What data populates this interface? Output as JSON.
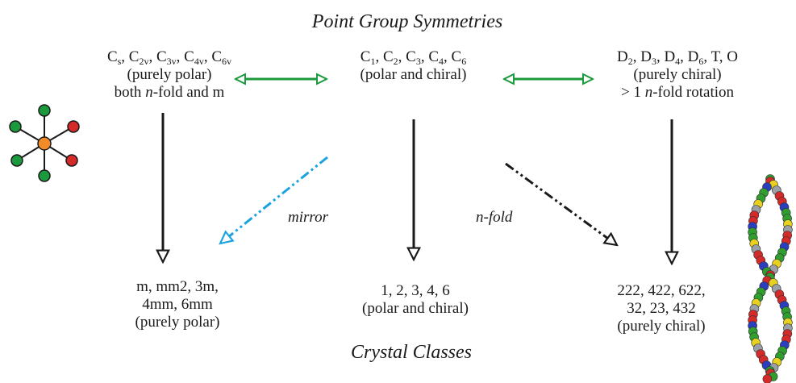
{
  "titles": {
    "top": "Point Group Symmetries",
    "bottom": "Crystal Classes"
  },
  "point_groups": {
    "polar": {
      "symbols": [
        {
          "base": "C",
          "sub": "s"
        },
        {
          "base": "C",
          "sub": "2v"
        },
        {
          "base": "C",
          "sub": "3v"
        },
        {
          "base": "C",
          "sub": "4v"
        },
        {
          "base": "C",
          "sub": "6v"
        }
      ],
      "desc": "(purely polar)",
      "note_pre": "both ",
      "note_em": "n",
      "note_post": "-fold and m"
    },
    "both": {
      "symbols": [
        {
          "base": "C",
          "sub": "1"
        },
        {
          "base": "C",
          "sub": "2"
        },
        {
          "base": "C",
          "sub": "3"
        },
        {
          "base": "C",
          "sub": "4"
        },
        {
          "base": "C",
          "sub": "6"
        }
      ],
      "desc": "(polar and chiral)"
    },
    "chiral": {
      "symbols": [
        {
          "base": "D",
          "sub": "2"
        },
        {
          "base": "D",
          "sub": "3"
        },
        {
          "base": "D",
          "sub": "4"
        },
        {
          "base": "D",
          "sub": "6"
        },
        {
          "base": "T",
          "sub": ""
        },
        {
          "base": "O",
          "sub": ""
        }
      ],
      "desc": "(purely chiral)",
      "note_pre": "> 1 ",
      "note_em": "n",
      "note_post": "-fold rotation"
    }
  },
  "crystal_classes": {
    "polar": {
      "line1": "m, mm2, 3m,",
      "line2": "4mm, 6mm",
      "desc": "(purely polar)"
    },
    "both": {
      "line1": "1, 2, 3, 4, 6",
      "desc": "(polar and chiral)"
    },
    "chiral": {
      "line1": "222, 422, 622,",
      "line2": "32, 23, 432",
      "desc": "(purely chiral)"
    }
  },
  "arrow_labels": {
    "mirror": "mirror",
    "nfold": "n-fold"
  },
  "colors": {
    "double_arrow": "#1a9a3c",
    "mirror_arrow": "#1aa3df",
    "arrow": "#1a1a1a",
    "molecule_center": "#f28c28",
    "molecule_green": "#1a9a3c",
    "molecule_red": "#d42a2a"
  }
}
